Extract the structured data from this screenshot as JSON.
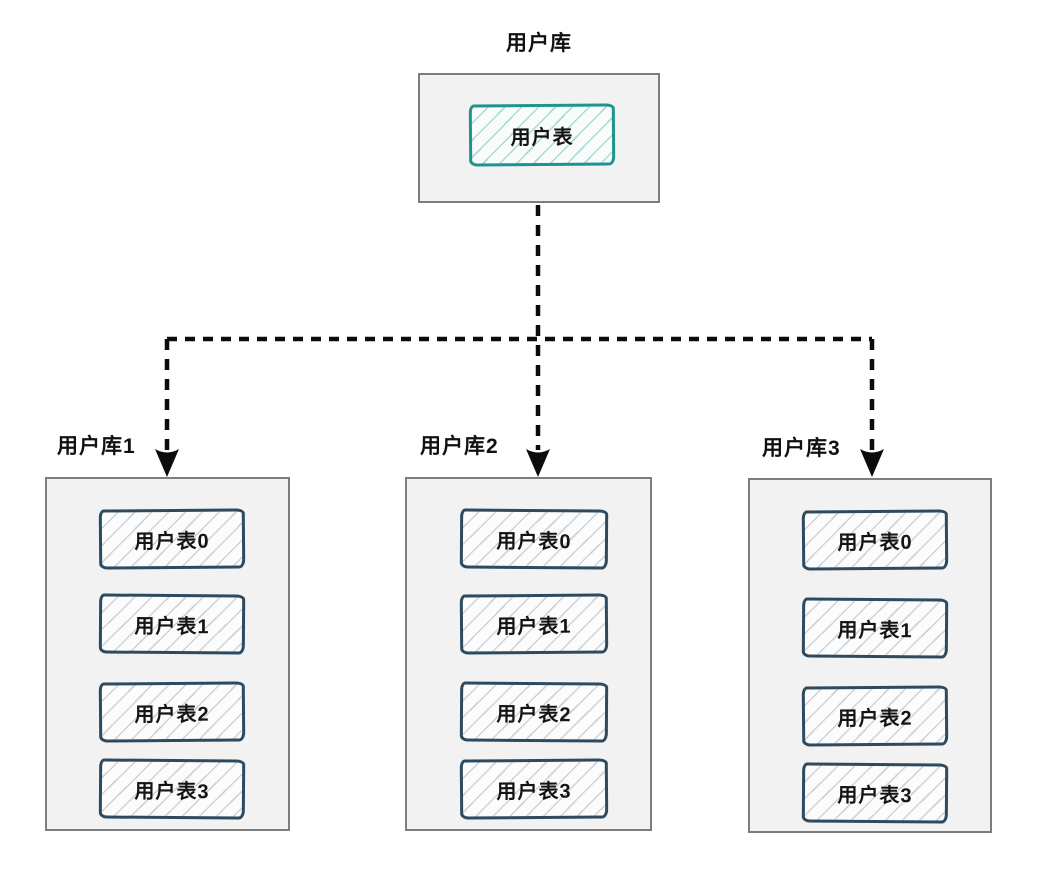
{
  "root": {
    "title": "用户库",
    "table": "用户表"
  },
  "shards": [
    {
      "title": "用户库1",
      "tables": [
        "用户表0",
        "用户表1",
        "用户表2",
        "用户表3"
      ]
    },
    {
      "title": "用户库2",
      "tables": [
        "用户表0",
        "用户表1",
        "用户表2",
        "用户表3"
      ]
    },
    {
      "title": "用户库3",
      "tables": [
        "用户表0",
        "用户表1",
        "用户表2",
        "用户表3"
      ]
    }
  ],
  "colors": {
    "root_table_border": "#1e9390",
    "root_table_hatch": "#a7dbd8",
    "shard_table_border": "#2e4a5f",
    "shard_table_hatch": "#ccd3da",
    "db_box_border": "#7d7d7d",
    "db_box_bg": "#f2f2f3",
    "connector": "#0c0c0c",
    "text": "#111111"
  }
}
